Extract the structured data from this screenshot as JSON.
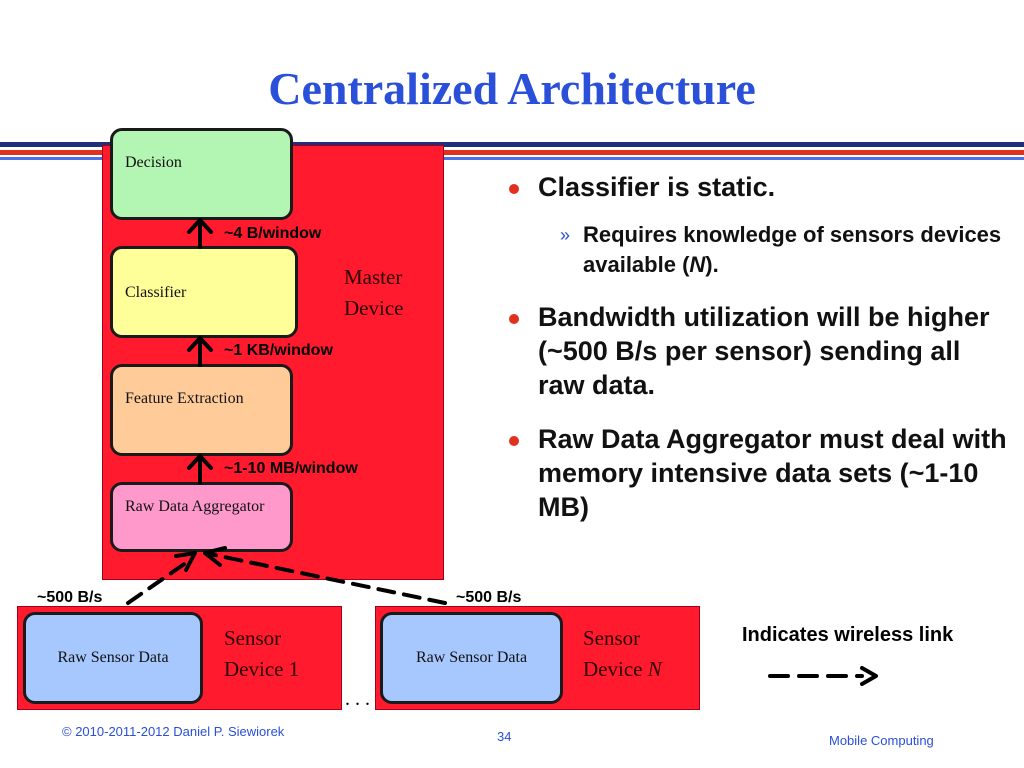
{
  "title": "Centralized Architecture",
  "master": {
    "label": "Master Device",
    "stages": [
      {
        "key": "decision",
        "label": "Decision",
        "color": "#b3f5b3"
      },
      {
        "key": "classifier",
        "label": "Classifier",
        "color": "#ffff99"
      },
      {
        "key": "feature",
        "label": "Feature Extraction",
        "color": "#ffcc99"
      },
      {
        "key": "aggregator",
        "label": "Raw Data Aggregator",
        "color": "#ff99cc"
      }
    ],
    "rates": [
      "~4 B/window",
      "~1 KB/window",
      "~1-10 MB/window"
    ]
  },
  "sensors": [
    {
      "raw_label": "Raw Sensor Data",
      "device_label": "Sensor",
      "device_line2": "Device 1",
      "device_var": "",
      "rate": "~500 B/s"
    },
    {
      "raw_label": "Raw Sensor Data",
      "device_label": "Sensor",
      "device_line2": "Device ",
      "device_var": "N",
      "rate": "~500 B/s"
    }
  ],
  "ellipsis": ". . .",
  "legend": {
    "text": "Indicates wireless link"
  },
  "bullets": [
    {
      "text": "Classifier is static.",
      "sub": [
        {
          "pre": "Requires knowledge of sensors devices available (",
          "var": "N",
          "post": ")."
        }
      ]
    },
    {
      "text": "Bandwidth utilization will be higher (~500 B/s per sensor) sending all raw data.",
      "sub": []
    },
    {
      "text": "Raw Data Aggregator must deal with memory intensive data sets (~1-10 MB)",
      "sub": []
    }
  ],
  "footer": {
    "copyright": "© 2010-2011-2012 Daniel P. Siewiorek",
    "page": "34",
    "course": "Mobile Computing"
  },
  "colors": {
    "title": "#2a4fd8",
    "device_red": "#ff1a2e",
    "bullet_dot": "#e0301e",
    "raw_sensor": "#a6c8ff"
  }
}
